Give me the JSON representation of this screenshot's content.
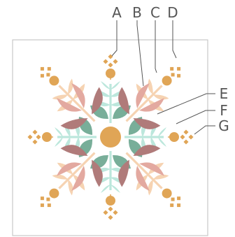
{
  "palette": {
    "gold": "#E0A556",
    "mauve": "#B07B7A",
    "rose": "#E3A9A0",
    "peach": "#F6D3B2",
    "green": "#78AE99",
    "mint": "#BCE7DC",
    "frame": "#C9C9C9",
    "label": "#555555"
  },
  "labels": {
    "a": "A",
    "b": "B",
    "c": "C",
    "d": "D",
    "e": "E",
    "f": "F",
    "g": "G"
  }
}
